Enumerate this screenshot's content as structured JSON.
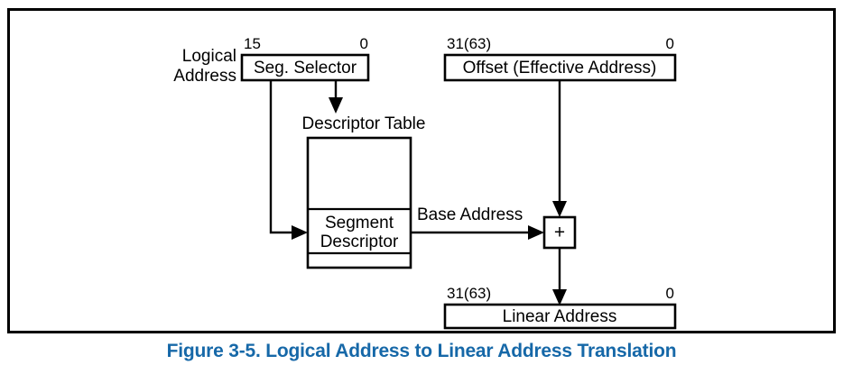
{
  "figure": {
    "caption": "Figure 3-5.  Logical Address to Linear Address Translation",
    "caption_color": "#1668A8",
    "border_color": "#000000",
    "background": "#ffffff"
  },
  "labels": {
    "logical_address_line1": "Logical",
    "logical_address_line2": "Address",
    "descriptor_table": "Descriptor Table",
    "base_address": "Base Address"
  },
  "boxes": {
    "seg_selector": {
      "text": "Seg. Selector",
      "bit_high": "15",
      "bit_low": "0"
    },
    "offset": {
      "text": "Offset (Effective Address)",
      "bit_high": "31(63)",
      "bit_low": "0"
    },
    "segment_descriptor": {
      "line1": "Segment",
      "line2": "Descriptor"
    },
    "adder": {
      "text": "+"
    },
    "linear_address": {
      "text": "Linear Address",
      "bit_high": "31(63)",
      "bit_low": "0"
    }
  }
}
